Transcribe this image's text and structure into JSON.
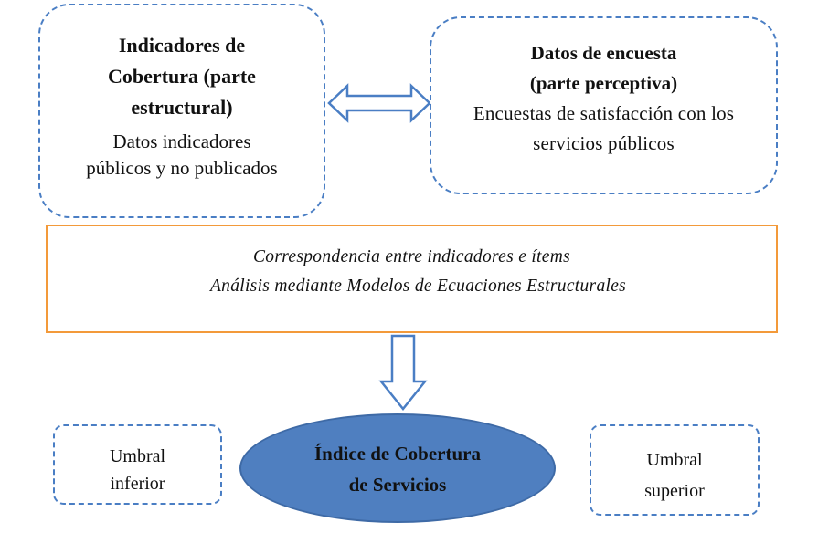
{
  "colors": {
    "dashed_border": "#4a7ec4",
    "orange_border": "#f39a3a",
    "ellipse_fill": "#4f7fc0",
    "arrow_stroke": "#4a7ec4"
  },
  "left_box": {
    "title_lines": [
      "Indicadores de",
      "Cobertura (parte",
      "estructural)"
    ],
    "body_lines": [
      "Datos indicadores",
      "públicos y no publicados"
    ]
  },
  "right_box": {
    "title_lines": [
      "Datos de encuesta",
      "(parte perceptiva)"
    ],
    "body_lines": [
      "Encuestas de satisfacción con los",
      "servicios públicos"
    ]
  },
  "middle_box": {
    "lines": [
      "Correspondencia entre indicadores e ítems",
      "Análisis mediante Modelos de Ecuaciones Estructurales"
    ]
  },
  "index": {
    "lines": [
      "Índice de Cobertura",
      "de Servicios"
    ]
  },
  "umbral_inferior": {
    "lines": [
      "Umbral",
      "inferior"
    ]
  },
  "umbral_superior": {
    "lines": [
      "Umbral",
      "superior"
    ]
  },
  "icons": {
    "double_arrow": "left-right-arrow-icon",
    "down_arrow": "down-arrow-icon"
  }
}
